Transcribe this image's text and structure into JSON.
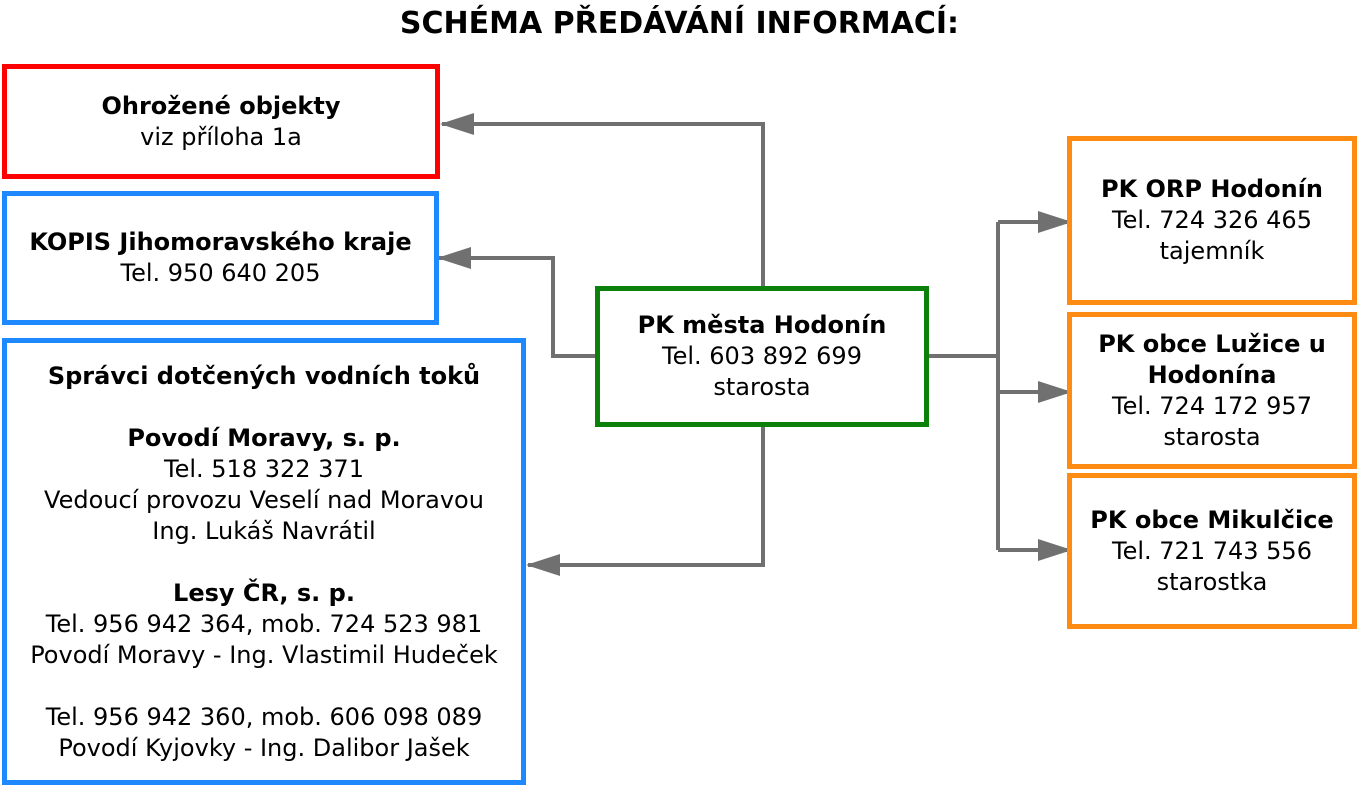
{
  "title": "SCHÉMA PŘEDÁVÁNÍ INFORMACÍ:",
  "colors": {
    "threatened": "#ff0000",
    "authority": "#1e88ff",
    "center": "#0b800b",
    "municipal": "#ff8c12",
    "arrow": "#707070"
  },
  "threatened_objects": {
    "title": "Ohrožené objekty",
    "line": "viz příloha 1a"
  },
  "kopis": {
    "title": "KOPIS Jihomoravského kraje",
    "phone": "Tel. 950 640 205"
  },
  "water_managers": {
    "title": "Správci dotčených vodních toků",
    "povodi": {
      "name": "Povodí Moravy, s. p.",
      "phone": "Tel. 518 322 371",
      "role": "Vedoucí provozu Veselí nad Moravou",
      "person": "Ing. Lukáš Navrátil"
    },
    "lesy": {
      "name": "Lesy ČR, s. p.",
      "phone": "Tel. 956 942 364, mob. 724 523 981",
      "person": "Povodí Moravy - Ing. Vlastimil Hudeček",
      "phone2": "Tel. 956 942 360, mob. 606 098 089",
      "person2": "Povodí Kyjovky - Ing. Dalibor Jašek"
    }
  },
  "center": {
    "title": "PK města Hodonín",
    "phone": "Tel. 603 892 699",
    "role": "starosta"
  },
  "orp": {
    "title": "PK ORP Hodonín",
    "phone": "Tel. 724 326 465",
    "role": "tajemník"
  },
  "luzice": {
    "title_line1": "PK obce Lužice u",
    "title_line2": "Hodonína",
    "phone": "Tel. 724 172 957",
    "role": "starosta"
  },
  "mikulcice": {
    "title": "PK obce Mikulčice",
    "phone": "Tel. 721 743 556",
    "role": "starostka"
  }
}
